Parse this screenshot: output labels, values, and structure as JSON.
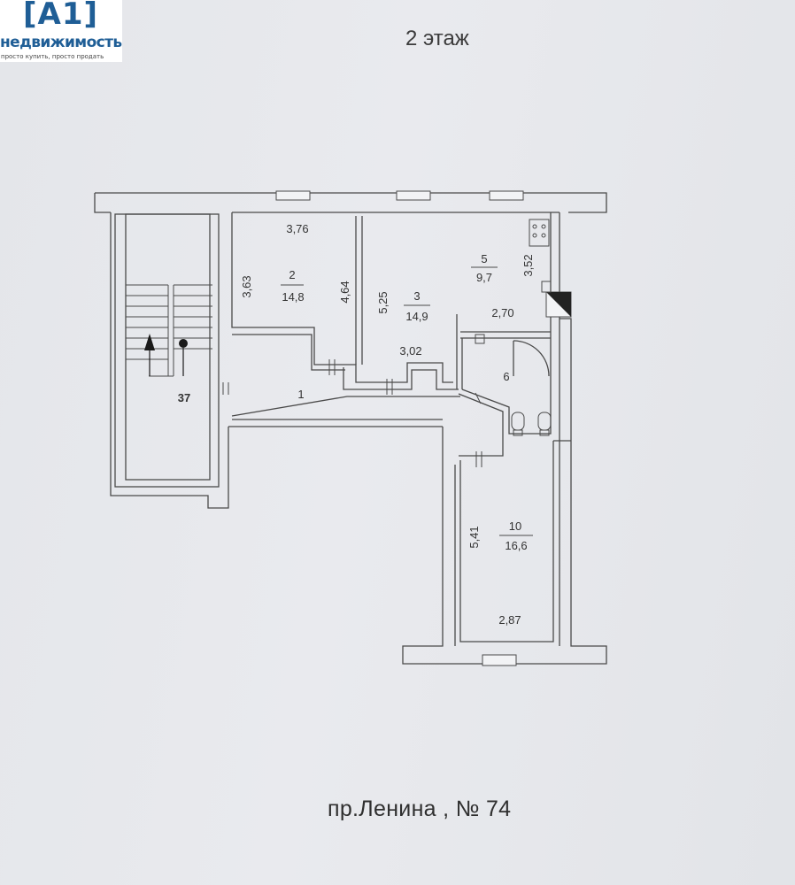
{
  "logo": {
    "mark": "[A1]",
    "name": "недвижимость",
    "slogan": "просто купить, просто продать"
  },
  "floor_title": "2 этаж",
  "address": "пр.Ленина , № 74",
  "stair_label": "37",
  "rooms": [
    {
      "number": "1",
      "area": ""
    },
    {
      "number": "2",
      "area": "14,8"
    },
    {
      "number": "3",
      "area": "14,9"
    },
    {
      "number": "5",
      "area": "9,7"
    },
    {
      "number": "6",
      "area": ""
    },
    {
      "number": "10",
      "area": "16,6"
    }
  ],
  "dimensions": {
    "room2_width": "3,76",
    "room2_left": "3,63",
    "room2_right": "4,64",
    "room3_left": "5,25",
    "room3_bottom": "3,02",
    "room5_right": "3,52",
    "room5_bottom": "2,70",
    "room10_left": "5,41",
    "room10_bottom": "2,87"
  },
  "colors": {
    "logo_blue": "#1f5e96",
    "wall_line": "#4a4a4a",
    "paper": "#e6e8ec"
  }
}
